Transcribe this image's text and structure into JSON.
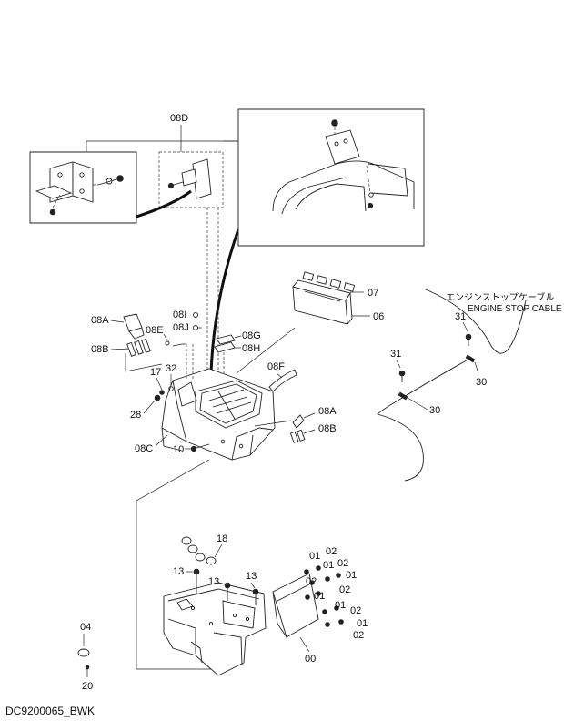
{
  "diagram": {
    "drawing_code": "DC9200065_BWK",
    "engine_stop_cable_jp": "エンジンストップケーブル",
    "engine_stop_cable_en": "ENGINE STOP CABLE",
    "labels": {
      "l08D": "08D",
      "l07": "07",
      "l06": "06",
      "l08A_top": "08A",
      "l08E": "08E",
      "l08B_top": "08B",
      "l08I": "08I",
      "l08J": "08J",
      "l08G": "08G",
      "l08H": "08H",
      "l32": "32",
      "l17": "17",
      "l08F": "08F",
      "l28": "28",
      "l08A_right": "08A",
      "l08B_right": "08B",
      "l08C": "08C",
      "l10": "10",
      "l31_top": "31",
      "l30_top": "30",
      "l31_mid": "31",
      "l30_mid": "30",
      "l18": "18",
      "l13_a": "13",
      "l13_b": "13",
      "l13_c": "13",
      "l04": "04",
      "l20": "20",
      "l00": "00",
      "l01_a": "01",
      "l02_a": "02",
      "l01_b": "01",
      "l02_b": "02",
      "l02_c": "02",
      "l01_c": "01",
      "l02_d": "02",
      "l01_d": "01",
      "l01_e": "01",
      "l02_e": "02",
      "l01_f": "01",
      "l02_f": "02"
    }
  }
}
